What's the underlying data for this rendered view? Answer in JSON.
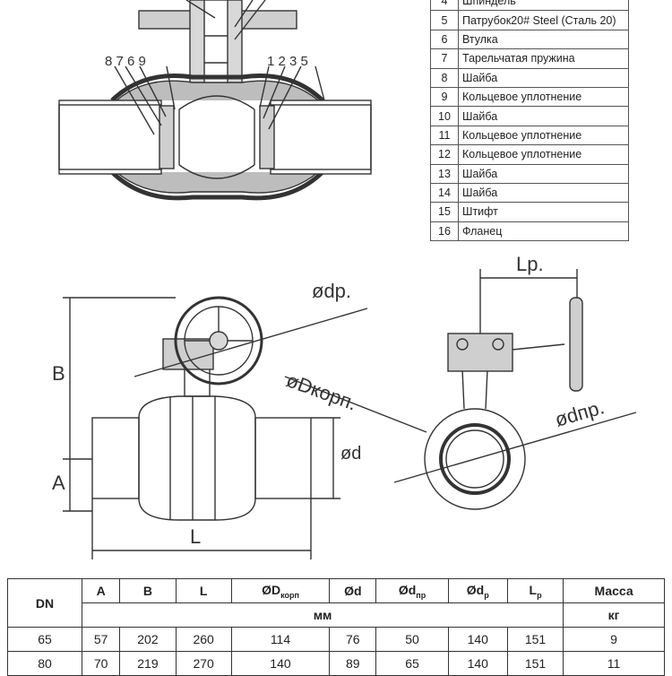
{
  "parts": [
    {
      "num": "4",
      "name": "Шпиндель"
    },
    {
      "num": "5",
      "name": "Патрубок20# Steel (Сталь 20)"
    },
    {
      "num": "6",
      "name": "Втулка"
    },
    {
      "num": "7",
      "name": "Тарельчатая пружина"
    },
    {
      "num": "8",
      "name": "Шайба"
    },
    {
      "num": "9",
      "name": "Кольцевое уплотнение"
    },
    {
      "num": "10",
      "name": "Шайба"
    },
    {
      "num": "11",
      "name": "Кольцевое уплотнение"
    },
    {
      "num": "12",
      "name": "Кольцевое уплотнение"
    },
    {
      "num": "13",
      "name": "Шайба"
    },
    {
      "num": "14",
      "name": "Шайба"
    },
    {
      "num": "15",
      "name": "Штифт"
    },
    {
      "num": "16",
      "name": "Фланец"
    }
  ],
  "section_labels": {
    "left": "8 7 6  9",
    "right": "1 2 3 5"
  },
  "dim_labels": {
    "B": "B",
    "A": "A",
    "L": "L",
    "d": "ød",
    "dp": "ødp.",
    "Dkorp": "øDкорп.",
    "dnp": "ødпр.",
    "Lp": "Lp."
  },
  "table": {
    "dn_header": "DN",
    "columns": [
      {
        "main": "A",
        "sub": ""
      },
      {
        "main": "B",
        "sub": ""
      },
      {
        "main": "L",
        "sub": ""
      },
      {
        "main": "ØD",
        "sub": "корп"
      },
      {
        "main": "Ød",
        "sub": ""
      },
      {
        "main": "Ød",
        "sub": "пр"
      },
      {
        "main": "Ød",
        "sub": "р"
      },
      {
        "main": "L",
        "sub": "р"
      }
    ],
    "mass_header": "Масса",
    "unit_mm": "мм",
    "unit_kg": "кг",
    "rows": [
      {
        "dn": "65",
        "vals": [
          "57",
          "202",
          "260",
          "114",
          "76",
          "50",
          "140",
          "151"
        ],
        "mass": "9"
      },
      {
        "dn": "80",
        "vals": [
          "70",
          "219",
          "270",
          "140",
          "89",
          "65",
          "140",
          "151"
        ],
        "mass": "11"
      }
    ]
  }
}
